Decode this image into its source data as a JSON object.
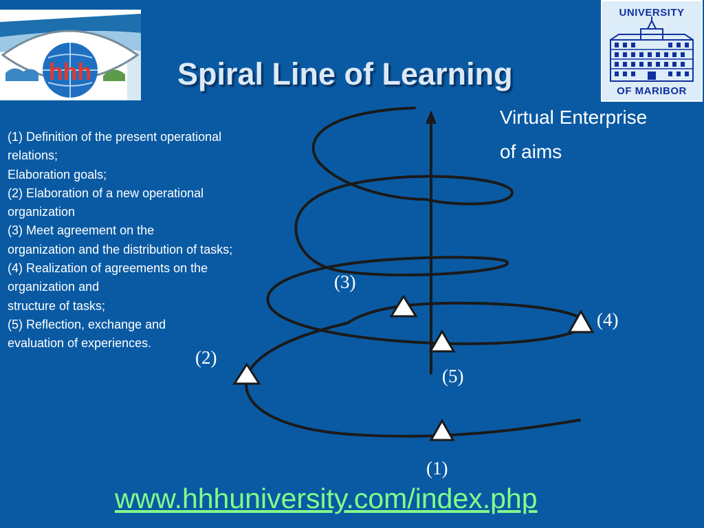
{
  "slide": {
    "title": "Spiral Line of Learning",
    "virtual_enterprise": [
      "Virtual Enterprise",
      "of aims"
    ],
    "steps": [
      "(1) Definition of the present operational",
      "relations;",
      "Elaboration goals;",
      "(2) Elaboration of a new operational",
      "organization",
      "(3) Meet agreement on the",
      "organization and the distribution of tasks;",
      "(4) Realization of agreements on the",
      "organization and",
      "structure of tasks;",
      "(5) Reflection, exchange and",
      "evaluation of experiences."
    ],
    "stage_labels": {
      "s1": "(1)",
      "s2": "(2)",
      "s3": "(3)",
      "s4": "(4)",
      "s5": "(5)"
    },
    "url": "www.hhhuniversity.com/index.php"
  },
  "logos": {
    "left": {
      "text": "hhh"
    },
    "right": {
      "top_text": "UNIVERSITY",
      "bottom_text": "OF MARIBOR"
    }
  },
  "colors": {
    "background": "#0a5aa3",
    "title": "#dce9f5",
    "url": "#80ff8a",
    "diagram_lines": "#1a1a1a"
  }
}
